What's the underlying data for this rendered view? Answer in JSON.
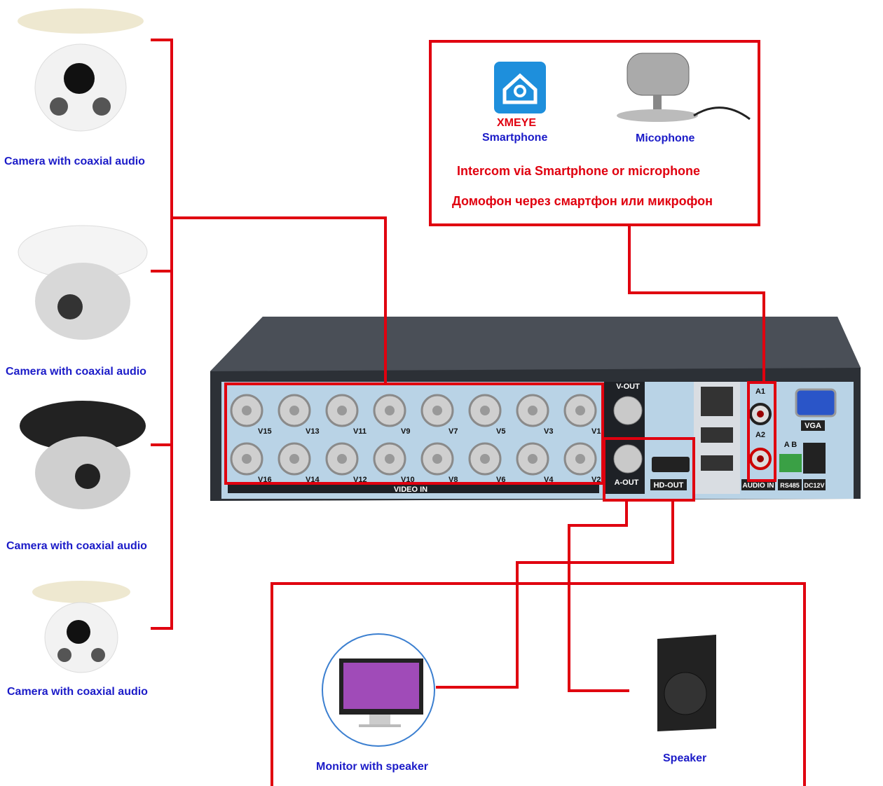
{
  "cameras": [
    {
      "label": "Camera with coaxial audio",
      "style": "white-turret"
    },
    {
      "label": "Camera with coaxial audio",
      "style": "white-dome"
    },
    {
      "label": "Camera with coaxial audio",
      "style": "black-dome"
    },
    {
      "label": "Camera with coaxial audio",
      "style": "white-turret"
    }
  ],
  "intercom": {
    "app_name": "XMEYE",
    "app_sub": "Smartphone",
    "mic_label": "Micophone",
    "line_en": "Intercom via Smartphone or microphone",
    "line_ru": "Домофон через смартфон или микрофон"
  },
  "dvr": {
    "video_in_label": "VIDEO IN",
    "top_row": [
      "V15",
      "V13",
      "V11",
      "V9",
      "V7",
      "V5",
      "V3",
      "V1"
    ],
    "bottom_row": [
      "V16",
      "V14",
      "V12",
      "V10",
      "V8",
      "V6",
      "V4",
      "V2"
    ],
    "v_out": "V-OUT",
    "a_out": "A-OUT",
    "hd_out": "HD-OUT",
    "a1": "A1",
    "a2": "A2",
    "audio_in": "AUDIO IN",
    "vga": "VGA",
    "rs485": "RS485",
    "rs485_ab": "A B",
    "dc": "DC12V"
  },
  "outputs": {
    "monitor": "Monitor with speaker",
    "speaker": "Speaker"
  },
  "colors": {
    "line": "#e0000f",
    "label_blue": "#1b1bc8",
    "panel": "#b9d3e6"
  }
}
